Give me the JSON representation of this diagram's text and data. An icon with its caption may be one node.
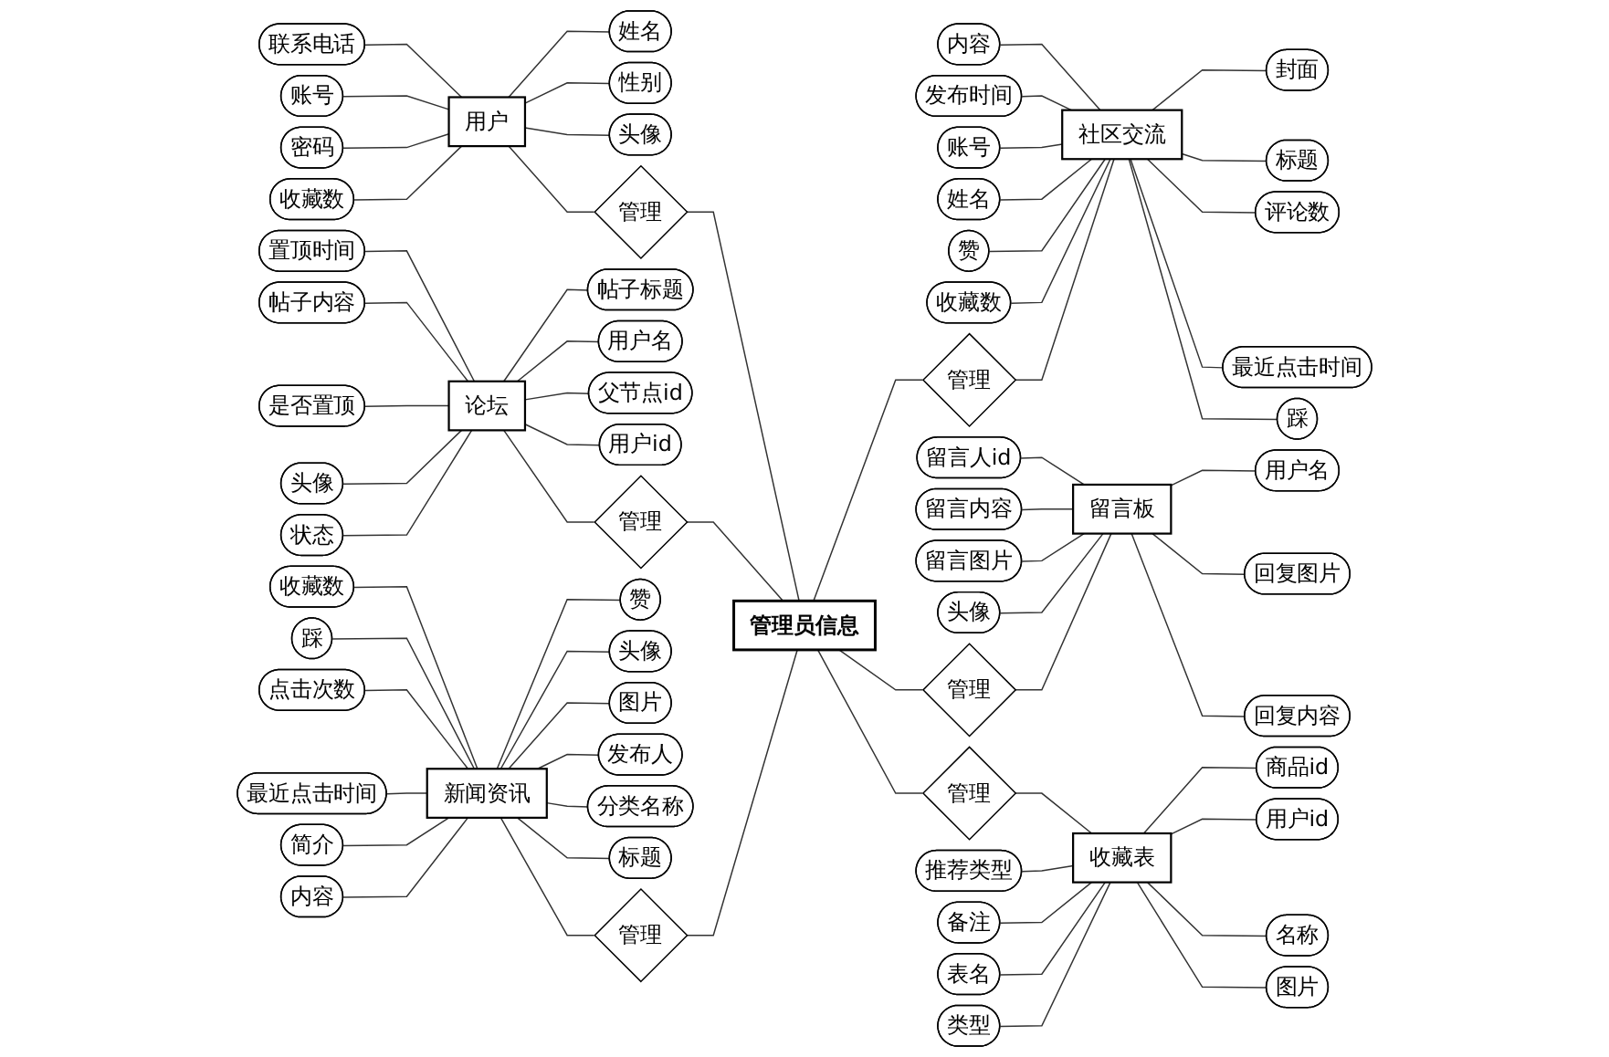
{
  "diagram": {
    "nodes": [
      {
        "text": [
          "用户"
        ]
      },
      {
        "text": [
          "联系电话"
        ]
      },
      {
        "text": [
          "姓名"
        ]
      },
      {
        "text": [
          "账号"
        ]
      },
      {
        "text": [
          "性别"
        ]
      },
      {
        "text": [
          "密码"
        ]
      },
      {
        "text": [
          "头像"
        ]
      },
      {
        "text": [
          "收藏数"
        ]
      },
      {
        "text": [
          "管理"
        ]
      },
      {
        "text": [
          "社区交流"
        ]
      },
      {
        "text": [
          "内容"
        ]
      },
      {
        "text": [
          "封面"
        ]
      },
      {
        "text": [
          "发布时间"
        ]
      },
      {
        "text": [
          "标题"
        ]
      },
      {
        "text": [
          "账号"
        ]
      },
      {
        "text": [
          "评论数"
        ]
      },
      {
        "text": [
          "姓名"
        ]
      },
      {
        "text": [
          "最近点击时间"
        ]
      },
      {
        "text": [
          "赞"
        ]
      },
      {
        "text": [
          "踩"
        ]
      },
      {
        "text": [
          "收藏数"
        ]
      },
      {
        "text": [
          "管理"
        ]
      },
      {
        "text": [
          "论坛"
        ]
      },
      {
        "text": [
          "置顶时间"
        ]
      },
      {
        "text": [
          "帖子标题"
        ]
      },
      {
        "text": [
          "帖子内容"
        ]
      },
      {
        "text": [
          "用户名"
        ]
      },
      {
        "text": [
          "是否置顶"
        ]
      },
      {
        "text": [
          "父节点id"
        ]
      },
      {
        "text": [
          "头像"
        ]
      },
      {
        "text": [
          "用户id"
        ]
      },
      {
        "text": [
          "状态"
        ]
      },
      {
        "text": [
          "管理"
        ]
      },
      {
        "text": [
          "管理员信息"
        ]
      },
      {
        "text": [
          "新闻资讯"
        ]
      },
      {
        "text": [
          "收藏数"
        ]
      },
      {
        "text": [
          "赞"
        ]
      },
      {
        "text": [
          "踩"
        ]
      },
      {
        "text": [
          "头像"
        ]
      },
      {
        "text": [
          "点击次数"
        ]
      },
      {
        "text": [
          "图片"
        ]
      },
      {
        "text": [
          "最近点击时间"
        ]
      },
      {
        "text": [
          "发布人"
        ]
      },
      {
        "text": [
          "简介"
        ]
      },
      {
        "text": [
          "分类名称"
        ]
      },
      {
        "text": [
          "内容"
        ]
      },
      {
        "text": [
          "标题"
        ]
      },
      {
        "text": [
          "管理"
        ]
      },
      {
        "text": [
          "留言板"
        ]
      },
      {
        "text": [
          "留言人id"
        ]
      },
      {
        "text": [
          "用户名"
        ]
      },
      {
        "text": [
          "留言内容"
        ]
      },
      {
        "text": [
          "回复图片"
        ]
      },
      {
        "text": [
          "留言图片"
        ]
      },
      {
        "text": [
          "回复内容"
        ]
      },
      {
        "text": [
          "头像"
        ]
      },
      {
        "text": [
          "管理"
        ]
      },
      {
        "text": [
          "管理"
        ]
      },
      {
        "text": [
          "收藏表"
        ]
      },
      {
        "text": [
          "推荐类型"
        ]
      },
      {
        "text": [
          "商品id"
        ]
      },
      {
        "text": [
          "备注"
        ]
      },
      {
        "text": [
          "用户id"
        ]
      },
      {
        "text": [
          "表名"
        ]
      },
      {
        "text": [
          "名称"
        ]
      },
      {
        "text": [
          "类型"
        ]
      },
      {
        "text": [
          "图片"
        ]
      }
    ],
    "edges": [
      {
        "from": 1,
        "to": 0,
        "arrow": "none"
      },
      {
        "from": 0,
        "to": 2,
        "arrow": "none"
      },
      {
        "from": 3,
        "to": 0,
        "arrow": "none"
      },
      {
        "from": 0,
        "to": 4,
        "arrow": "none"
      },
      {
        "from": 5,
        "to": 0,
        "arrow": "none"
      },
      {
        "from": 0,
        "to": 6,
        "arrow": "none"
      },
      {
        "from": 7,
        "to": 0,
        "arrow": "none"
      },
      {
        "from": 0,
        "to": 8,
        "arrow": "none"
      },
      {
        "from": 8,
        "to": 33,
        "arrow": "none"
      },
      {
        "from": 10,
        "to": 9,
        "arrow": "none"
      },
      {
        "from": 9,
        "to": 11,
        "arrow": "none"
      },
      {
        "from": 12,
        "to": 9,
        "arrow": "none"
      },
      {
        "from": 9,
        "to": 13,
        "arrow": "none"
      },
      {
        "from": 14,
        "to": 9,
        "arrow": "none"
      },
      {
        "from": 9,
        "to": 15,
        "arrow": "none"
      },
      {
        "from": 16,
        "to": 9,
        "arrow": "none"
      },
      {
        "from": 9,
        "to": 17,
        "arrow": "none"
      },
      {
        "from": 18,
        "to": 9,
        "arrow": "none"
      },
      {
        "from": 9,
        "to": 19,
        "arrow": "none"
      },
      {
        "from": 20,
        "to": 9,
        "arrow": "none"
      },
      {
        "from": 33,
        "to": 21,
        "arrow": "none"
      },
      {
        "from": 21,
        "to": 9,
        "arrow": "none"
      },
      {
        "from": 23,
        "to": 22,
        "arrow": "none"
      },
      {
        "from": 22,
        "to": 24,
        "arrow": "none"
      },
      {
        "from": 25,
        "to": 22,
        "arrow": "none"
      },
      {
        "from": 22,
        "to": 26,
        "arrow": "none"
      },
      {
        "from": 27,
        "to": 22,
        "arrow": "none"
      },
      {
        "from": 22,
        "to": 28,
        "arrow": "none"
      },
      {
        "from": 29,
        "to": 22,
        "arrow": "none"
      },
      {
        "from": 22,
        "to": 30,
        "arrow": "none"
      },
      {
        "from": 31,
        "to": 22,
        "arrow": "none"
      },
      {
        "from": 22,
        "to": 32,
        "arrow": "none"
      },
      {
        "from": 32,
        "to": 33,
        "arrow": "none"
      },
      {
        "from": 35,
        "to": 34,
        "arrow": "none"
      },
      {
        "from": 34,
        "to": 36,
        "arrow": "none"
      },
      {
        "from": 37,
        "to": 34,
        "arrow": "none"
      },
      {
        "from": 34,
        "to": 38,
        "arrow": "none"
      },
      {
        "from": 39,
        "to": 34,
        "arrow": "none"
      },
      {
        "from": 34,
        "to": 40,
        "arrow": "none"
      },
      {
        "from": 41,
        "to": 34,
        "arrow": "none"
      },
      {
        "from": 34,
        "to": 42,
        "arrow": "none"
      },
      {
        "from": 43,
        "to": 34,
        "arrow": "none"
      },
      {
        "from": 34,
        "to": 44,
        "arrow": "none"
      },
      {
        "from": 45,
        "to": 34,
        "arrow": "none"
      },
      {
        "from": 34,
        "to": 46,
        "arrow": "none"
      },
      {
        "from": 34,
        "to": 47,
        "arrow": "none"
      },
      {
        "from": 47,
        "to": 33,
        "arrow": "none"
      },
      {
        "from": 49,
        "to": 48,
        "arrow": "none"
      },
      {
        "from": 48,
        "to": 50,
        "arrow": "none"
      },
      {
        "from": 51,
        "to": 48,
        "arrow": "none"
      },
      {
        "from": 48,
        "to": 52,
        "arrow": "none"
      },
      {
        "from": 53,
        "to": 48,
        "arrow": "none"
      },
      {
        "from": 48,
        "to": 54,
        "arrow": "none"
      },
      {
        "from": 55,
        "to": 48,
        "arrow": "none"
      },
      {
        "from": 33,
        "to": 56,
        "arrow": "none"
      },
      {
        "from": 56,
        "to": 48,
        "arrow": "none"
      },
      {
        "from": 33,
        "to": 57,
        "arrow": "none"
      },
      {
        "from": 57,
        "to": 58,
        "arrow": "none"
      },
      {
        "from": 59,
        "to": 58,
        "arrow": "none"
      },
      {
        "from": 58,
        "to": 60,
        "arrow": "none"
      },
      {
        "from": 61,
        "to": 58,
        "arrow": "none"
      },
      {
        "from": 58,
        "to": 62,
        "arrow": "none"
      },
      {
        "from": 63,
        "to": 58,
        "arrow": "none"
      },
      {
        "from": 58,
        "to": 64,
        "arrow": "none"
      },
      {
        "from": 65,
        "to": 58,
        "arrow": "none"
      },
      {
        "from": 58,
        "to": 66,
        "arrow": "none"
      }
    ]
  }
}
